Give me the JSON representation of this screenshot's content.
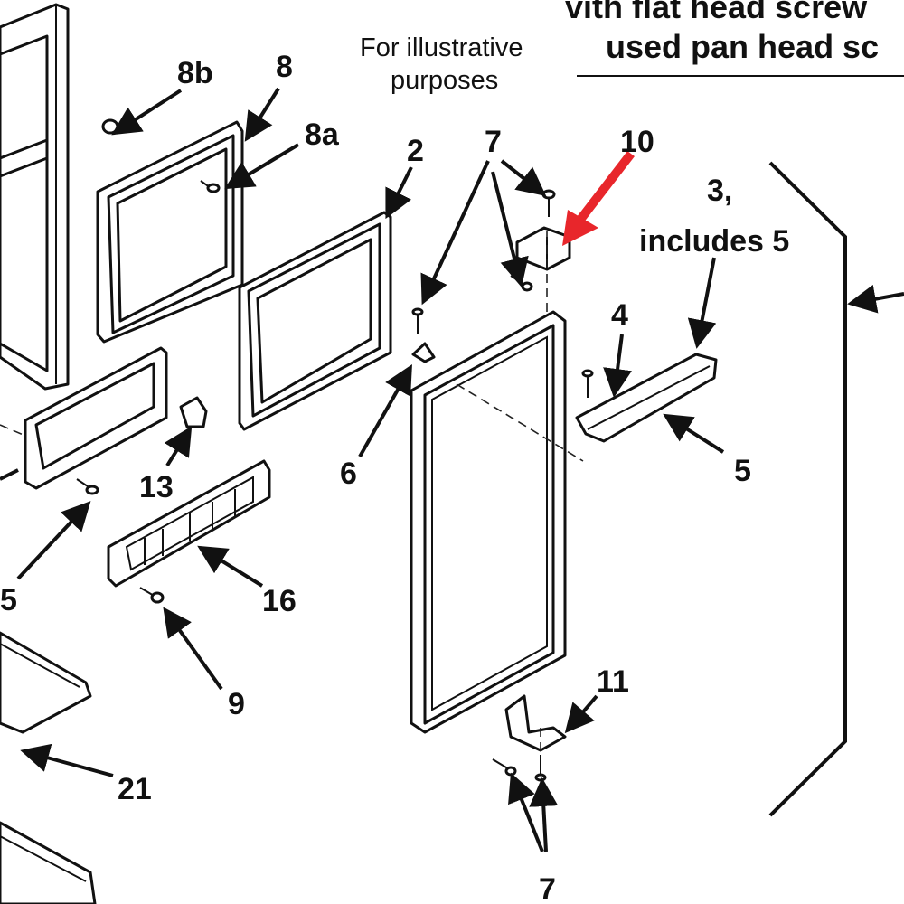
{
  "header": {
    "line1": "vith flat head screw",
    "line2": "used pan head sc"
  },
  "note": {
    "line1": "For illustrative",
    "line2": "purposes"
  },
  "callouts": {
    "c8b": "8b",
    "c8": "8",
    "c8a": "8a",
    "c2": "2",
    "c7_top": "7",
    "c10": "10",
    "c3_line1": "3,",
    "c3_line2": "includes 5",
    "c4": "4",
    "c5_right": "5",
    "c6": "6",
    "c13": "13",
    "c5_left": "5",
    "c16": "16",
    "c9": "9",
    "c21": "21",
    "c11": "11",
    "c7_bottom": "7"
  },
  "colors": {
    "line": "#111111",
    "highlight_arrow": "#e8262b",
    "background": "#ffffff"
  }
}
